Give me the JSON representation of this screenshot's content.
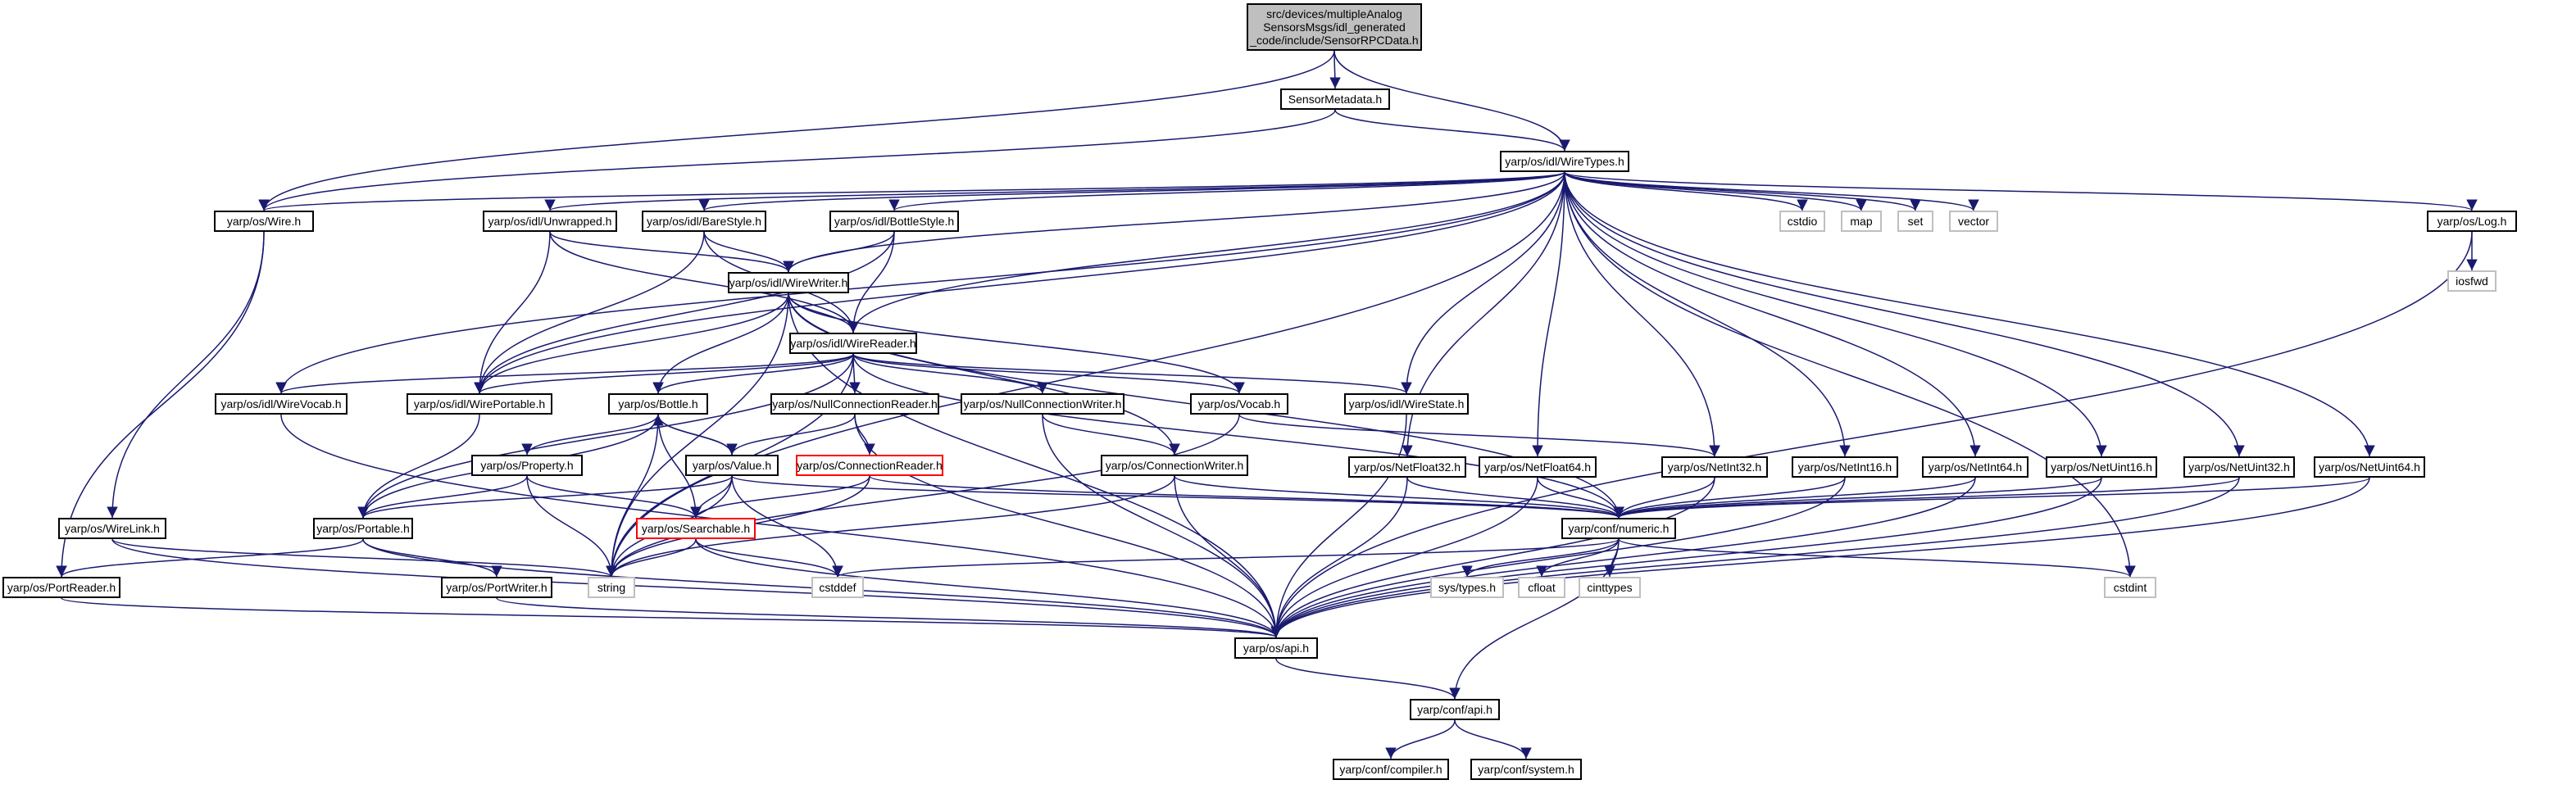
{
  "colors": {
    "edge": "#191970",
    "node_border": "#000000",
    "ext_border": "#bfbfbf",
    "root_fill": "#bfbfbf",
    "missing_border": "#ff0000"
  },
  "nodes": {
    "root": [
      "src/devices/multipleAnalog",
      "SensorsMsgs/idl_generated",
      "_code/include/SensorRPCData.h"
    ],
    "sensor_metadata": "SensorMetadata.h",
    "wire_types": "yarp/os/idl/WireTypes.h",
    "wire": "yarp/os/Wire.h",
    "unwrapped": "yarp/os/idl/Unwrapped.h",
    "bare_style": "yarp/os/idl/BareStyle.h",
    "bottle_style": "yarp/os/idl/BottleStyle.h",
    "cstdio": "cstdio",
    "map": "map",
    "set": "set",
    "vector": "vector",
    "log": "yarp/os/Log.h",
    "iosfwd": "iosfwd",
    "wire_writer": "yarp/os/idl/WireWriter.h",
    "wire_reader": "yarp/os/idl/WireReader.h",
    "wire_vocab": "yarp/os/idl/WireVocab.h",
    "wire_portable": "yarp/os/idl/WirePortable.h",
    "bottle": "yarp/os/Bottle.h",
    "null_conn_reader": "yarp/os/NullConnectionReader.h",
    "null_conn_writer": "yarp/os/NullConnectionWriter.h",
    "vocab": "yarp/os/Vocab.h",
    "wire_state": "yarp/os/idl/WireState.h",
    "property": "yarp/os/Property.h",
    "value": "yarp/os/Value.h",
    "conn_reader": "yarp/os/ConnectionReader.h",
    "conn_writer": "yarp/os/ConnectionWriter.h",
    "net_float32": "yarp/os/NetFloat32.h",
    "net_float64": "yarp/os/NetFloat64.h",
    "net_int32": "yarp/os/NetInt32.h",
    "net_int16": "yarp/os/NetInt16.h",
    "net_int64": "yarp/os/NetInt64.h",
    "net_uint16": "yarp/os/NetUint16.h",
    "net_uint32": "yarp/os/NetUint32.h",
    "net_uint64": "yarp/os/NetUint64.h",
    "wire_link": "yarp/os/WireLink.h",
    "portable": "yarp/os/Portable.h",
    "searchable": "yarp/os/Searchable.h",
    "conf_numeric": "yarp/conf/numeric.h",
    "port_reader": "yarp/os/PortReader.h",
    "port_writer": "yarp/os/PortWriter.h",
    "string": "string",
    "cstddef": "cstddef",
    "sys_types": "sys/types.h",
    "cfloat": "cfloat",
    "cinttypes": "cinttypes",
    "cstdint": "cstdint",
    "os_api": "yarp/os/api.h",
    "conf_api": "yarp/conf/api.h",
    "conf_compiler": "yarp/conf/compiler.h",
    "conf_system": "yarp/conf/system.h"
  }
}
